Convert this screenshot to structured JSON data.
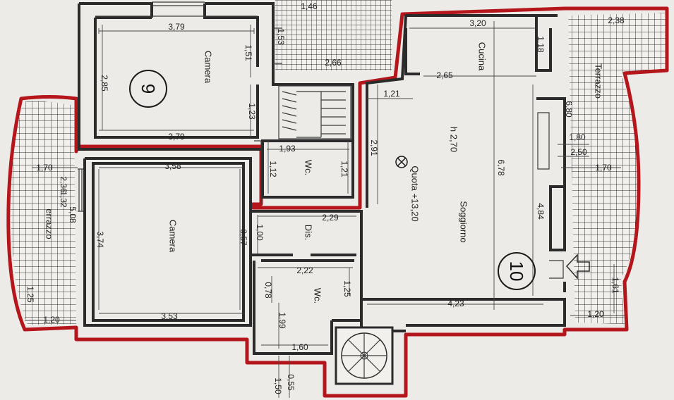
{
  "units": [
    {
      "number": "9",
      "rooms": [
        "Camera",
        "Camera",
        "Wc.",
        "Dis.",
        "Wc."
      ]
    },
    {
      "number": "10",
      "rooms": [
        "Cucina",
        "Soggiorno",
        "Terrazzo"
      ]
    }
  ],
  "rooms": {
    "camera_top": "Camera",
    "camera_bottom": "Camera",
    "wc_top": "Wc.",
    "wc_bottom": "Wc.",
    "dis": "Dis.",
    "cucina": "Cucina",
    "soggiorno": "Soggiorno",
    "terrazzo_right": "Terrazzo",
    "terrazzo_left": "errazzo"
  },
  "markers": {
    "unit_9": "9",
    "unit_10": "10",
    "height": "h 2,70",
    "quota": "Quota +13,20"
  },
  "dimensions": {
    "d_3_79_top": "3,79",
    "d_1_46": "1,46",
    "d_1_53": "1,53",
    "d_2_66": "2,66",
    "d_1_51": "1,51",
    "d_2_85": "2,85",
    "d_1_23": "1,23",
    "d_3_79_bottom": "3,79",
    "d_3_20": "3,20",
    "d_1_18": "1,18",
    "d_2_38": "2,38",
    "d_2_65": "2,65",
    "d_1_21a": "1,21",
    "d_6_80": "6,80",
    "d_1_93": "1,93",
    "d_1_12": "1,12",
    "d_1_21b": "1,21",
    "d_2_91": "2,91",
    "d_6_78": "6,78",
    "d_1_80": "1,80",
    "d_2_50": "2,50",
    "d_1_70_right": "1,70",
    "d_1_70_left": "1,70",
    "d_3_58": "3,58",
    "d_2_36": "2,36",
    "d_1_32": "1,32",
    "d_5_08": "5,08",
    "d_3_74": "3,74",
    "d_3_57": "3,57",
    "d_1_00": "1,00",
    "d_2_29": "2,29",
    "d_4_84": "4,84",
    "d_2_22": "2,22",
    "d_0_78": "0,78",
    "d_1_25a": "1,25",
    "d_1_99": "1,99",
    "d_4_23": "4,23",
    "d_1_61": "1,61",
    "d_1_25b": "1,25",
    "d_1_20_left": "1,20",
    "d_3_53": "3,53",
    "d_1_60": "1,60",
    "d_1_20_right": "1,20",
    "d_1_50": "1,50",
    "d_0_55": "0,55"
  },
  "colors": {
    "outline": "#b4161c",
    "walls": "#2b2b2b",
    "paper": "#ecebe8"
  }
}
